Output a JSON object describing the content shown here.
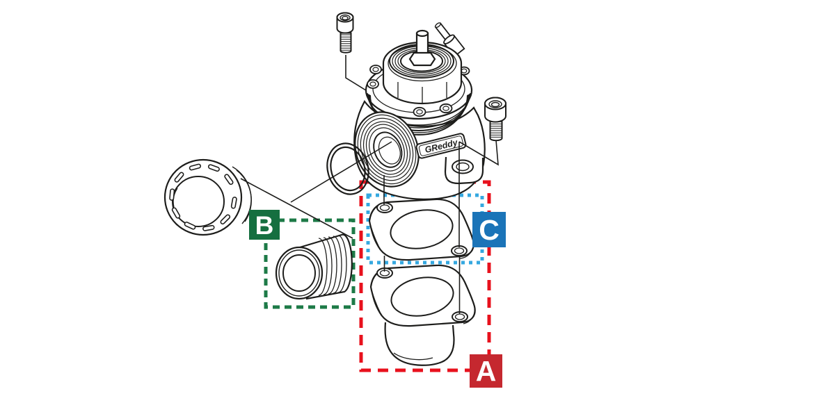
{
  "artwork": {
    "logo_text": "GReddy",
    "line_color": "#1d1d1b",
    "background_color": "#ffffff"
  },
  "labels": {
    "A": {
      "letter": "A",
      "label_bg": "#c5282f",
      "outline_color": "#e8111d",
      "outline_style": "dashed"
    },
    "B": {
      "letter": "B",
      "label_bg": "#156f40",
      "outline_color": "#1d7a47",
      "outline_style": "dashed"
    },
    "C": {
      "letter": "C",
      "label_bg": "#1b74b8",
      "outline_color": "#35a8e0",
      "outline_style": "dotted"
    }
  }
}
